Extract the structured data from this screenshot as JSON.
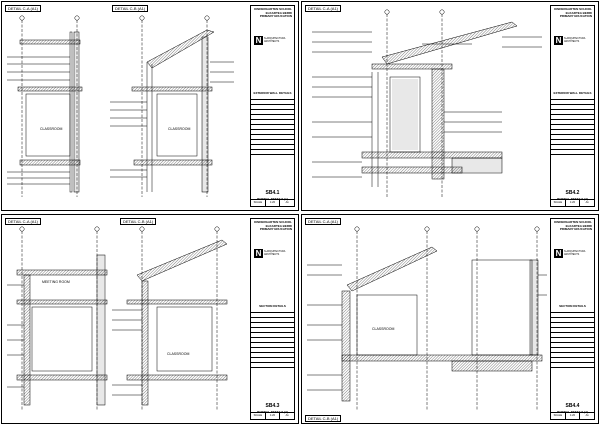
{
  "sheets": [
    {
      "details": [
        "DETAIL C-A (A1)",
        "DETAIL C-B (A1)"
      ],
      "room_labels": [
        "CLASSROOM",
        "CLASSROOM"
      ],
      "title_block": {
        "project": [
          "KINDERGARTEN SCHOOL",
          "ELKARTEA BERRI",
          "PRIMARY EDUCATION"
        ],
        "architect": [
          "N-ARQUITECTURA",
          "ARCHITECTS"
        ],
        "drawing_name": "EXTERIOR WALL DETAILS",
        "sheet_number": "SB4.1",
        "sheet_subtitle": "PARTIAL DETAILS (1)",
        "footer": [
          "SCALE",
          "1:20",
          "A1"
        ]
      }
    },
    {
      "details": [
        "DETAIL C-A (A1)"
      ],
      "room_labels": [],
      "title_block": {
        "project": [
          "KINDERGARTEN SCHOOL",
          "ELKARTEA BERRI",
          "PRIMARY EDUCATION"
        ],
        "architect": [
          "N-ARQUITECTURA",
          "ARCHITECTS"
        ],
        "drawing_name": "EXTERIOR WALL DETAILS",
        "sheet_number": "SB4.2",
        "sheet_subtitle": "PARTIAL DETAILS (2)",
        "footer": [
          "SCALE",
          "1:20",
          "A1"
        ]
      }
    },
    {
      "details": [
        "DETAIL C-A (A1)",
        "DETAIL C-B (A1)"
      ],
      "room_labels": [
        "MEETING ROOM",
        "CLASSROOM"
      ],
      "title_block": {
        "project": [
          "KINDERGARTEN SCHOOL",
          "ELKARTEA BERRI",
          "PRIMARY EDUCATION"
        ],
        "architect": [
          "N-ARQUITECTURA",
          "ARCHITECTS"
        ],
        "drawing_name": "SECTION DETAILS",
        "sheet_number": "SB4.3",
        "sheet_subtitle": "PARTIAL DETAILS (3)",
        "footer": [
          "SCALE",
          "1:20",
          "A1"
        ]
      }
    },
    {
      "details": [
        "DETAIL C-A (A1)",
        "DETAIL C-B (A1)"
      ],
      "room_labels": [
        "CLASSROOM"
      ],
      "title_block": {
        "project": [
          "KINDERGARTEN SCHOOL",
          "ELKARTEA BERRI",
          "PRIMARY EDUCATION"
        ],
        "architect": [
          "N-ARQUITECTURA",
          "ARCHITECTS"
        ],
        "drawing_name": "SECTION DETAILS",
        "sheet_number": "SB4.4",
        "sheet_subtitle": "PARTIAL DETAILS (4)",
        "footer": [
          "SCALE",
          "1:20",
          "A1"
        ]
      }
    }
  ]
}
